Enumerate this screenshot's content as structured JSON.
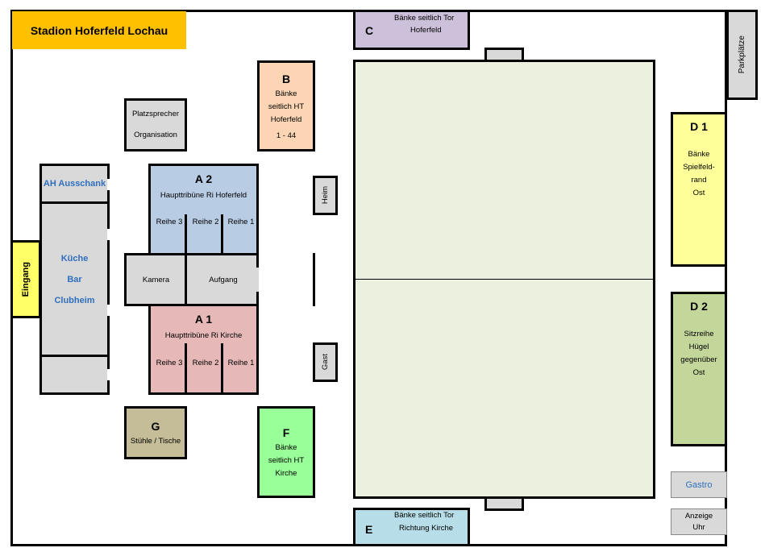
{
  "title": "Stadion Hoferfeld Lochau",
  "parking": "Parkplätze",
  "entrance": "Eingang",
  "clubhouse": {
    "ah_bar": "AH Ausschank",
    "lines": [
      "Küche",
      "Bar",
      "Clubheim"
    ]
  },
  "speaker": {
    "line1": "Platzsprecher",
    "line2": "Organisation"
  },
  "section_b": {
    "letter": "B",
    "lines": [
      "Bänke",
      "seitlich HT",
      "Hoferfeld",
      "1 - 44"
    ]
  },
  "section_c": {
    "letter": "C",
    "line1": "Bänke seitlich Tor",
    "line2": "Hoferfeld"
  },
  "section_a2": {
    "letter": "A 2",
    "subtitle": "Haupttribüne Ri Hoferfeld",
    "rows": [
      "Reihe 3",
      "Reihe 2",
      "Reihe 1"
    ]
  },
  "middle": {
    "camera": "Kamera",
    "stairs": "Aufgang"
  },
  "section_a1": {
    "letter": "A 1",
    "subtitle": "Haupttribüne Ri Kirche",
    "rows": [
      "Reihe 3",
      "Reihe 2",
      "Reihe 1"
    ]
  },
  "section_g": {
    "letter": "G",
    "text": "Stühle / Tische"
  },
  "section_f": {
    "letter": "F",
    "lines": [
      "Bänke",
      "seitlich HT",
      "Kirche"
    ]
  },
  "home": "Heim",
  "guest": "Gast",
  "section_d1": {
    "letter": "D 1",
    "lines": [
      "Bänke",
      "Spielfeld-",
      "rand",
      "Ost"
    ]
  },
  "section_d2": {
    "letter": "D 2",
    "lines": [
      "Sitzreihe",
      "Hügel",
      "gegenüber",
      "Ost"
    ]
  },
  "gastro": "Gastro",
  "scoreboard": {
    "line1": "Anzeige",
    "line2": "Uhr"
  },
  "section_e": {
    "letter": "E",
    "line1": "Bänke seitlich Tor",
    "line2": "Richtung Kirche"
  },
  "colors": {
    "title_bg": "#ffc000",
    "entrance_bg": "#ffff66",
    "grey": "#d9d9d9",
    "section_b": "#fcd5b4",
    "section_c": "#ccc0da",
    "section_a2": "#b8cce4",
    "section_a1": "#e6b8b7",
    "section_g": "#c4bd97",
    "section_f": "#99ff99",
    "section_d1": "#ffff99",
    "section_d2": "#c4d79b",
    "section_e": "#b7dee8",
    "pitch": "#ebf1de",
    "blue_text": "#2f6fbd"
  }
}
